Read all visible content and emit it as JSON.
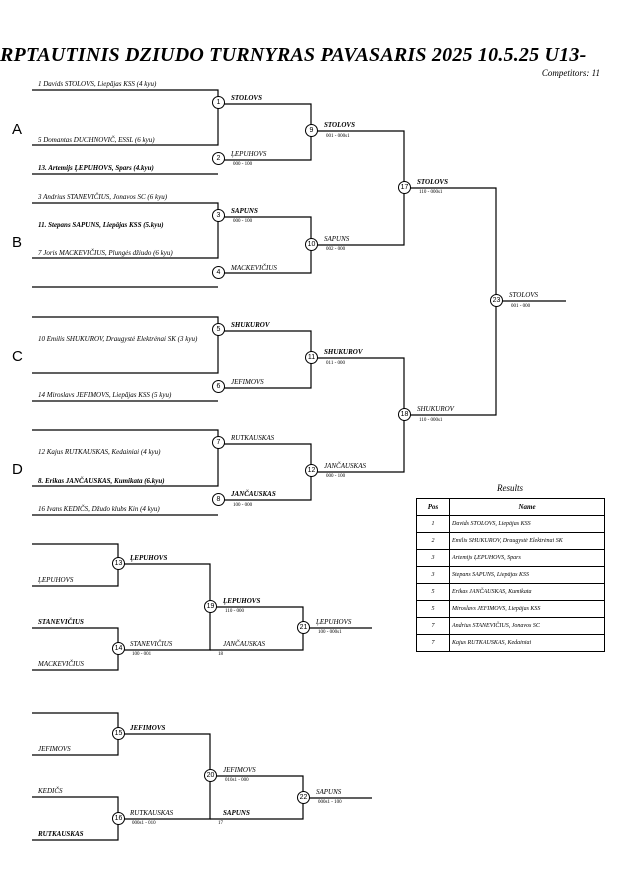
{
  "header": {
    "title": "RPTAUTINIS DZIUDO TURNYRAS PAVASARIS 2025  10.5.25     U13-",
    "competitors": "Competitors: 11"
  },
  "groups": [
    "A",
    "B",
    "C",
    "D"
  ],
  "entrants": [
    "1  Davids STOLOVS, Liepājas KSS (4 kyu)",
    "5  Domantas DUCHNOVIČ, ESSL (6 kyu)",
    "13. Artemijs ĻEPUHOVS, Spars (4.kyu)",
    "3  Andrius STANEVIČIUS, Jonavos SC (6 kyu)",
    "11. Stepans SAPUNS, Liepājas KSS (5.kyu)",
    "7  Joris MACKEVIČIUS, Plungės džiudo (6 kyu)",
    "10  Emilis SHUKUROV, Draugystė Elektrėnai SK (3 kyu)",
    "14  Miroslavs JEFIMOVS, Liepājas KSS (5 kyu)",
    "12  Kajus RUTKAUSKAS, Kedainiai (4 kyu)",
    "8. Erikas JANČAUSKAS, Kumikata (6.kyu)",
    "16  Ivans KEDIČS, Džudo klubs Kin (4 kyu)"
  ],
  "winners": {
    "m1": "STOLOVS",
    "m2": "ĻEPUHOVS",
    "m3": "SAPUNS",
    "m4": "MACKEVIČIUS",
    "m5": "SHUKUROV",
    "m6": "JEFIMOVS",
    "m7": "RUTKAUSKAS",
    "m8": "JANČAUSKAS",
    "m9": "STOLOVS",
    "m10": "SAPUNS",
    "m11": "SHUKUROV",
    "m12": "JANČAUSKAS",
    "m17": "STOLOVS",
    "m18": "SHUKUROV",
    "m23": "STOLOVS",
    "m13": "ĻEPUHOVS",
    "m14": "STANEVIČIUS",
    "m19": "ĻEPUHOVS",
    "m19b": "JANČAUSKAS",
    "m21": "ĻEPUHOVS",
    "m15": "JEFIMOVS",
    "m16": "RUTKAUSKAS",
    "m20": "JEFIMOVS",
    "m20b": "SAPUNS",
    "m22": "SAPUNS"
  },
  "repechage_entrants": {
    "r13a": "ĻEPUHOVS",
    "r14a": "STANEVIČIUS",
    "r14b": "MACKEVIČIUS",
    "r16a": "KEDIČS",
    "r16b": "RUTKAUSKAS",
    "r15b": "JEFIMOVS"
  },
  "scores": {
    "m2": "000 - 100",
    "m3": "000 - 100",
    "m9": "001 - 000s1",
    "m10": "002 - 000",
    "m11": "011 - 000",
    "m12": "000 - 100",
    "m8": "100 - 000",
    "m17": "110 - 000s1",
    "m18": "110 - 000s1",
    "m23": "001 - 000",
    "m14": "100 - 001",
    "m19": "110 - 000",
    "m21": "100 - 000s1",
    "m20": "010s1 - 000",
    "m22": "000s1 - 100",
    "m16": "000s1 - 010"
  },
  "match_refs": {
    "m19b": "18",
    "m20b": "17"
  },
  "match_numbers": [
    "1",
    "2",
    "3",
    "4",
    "5",
    "6",
    "7",
    "8",
    "9",
    "10",
    "11",
    "12",
    "13",
    "14",
    "15",
    "16",
    "17",
    "18",
    "19",
    "20",
    "21",
    "22",
    "23"
  ],
  "results": {
    "title": "Results",
    "headers": [
      "Pos",
      "Name"
    ],
    "rows": [
      {
        "pos": "1",
        "name": "Davids STOLOVS, Liepājas KSS"
      },
      {
        "pos": "2",
        "name": "Emilis SHUKUROV, Draugystė Elektrėnai SK"
      },
      {
        "pos": "3",
        "name": "Artemijs ĻEPUHOVS, Spars"
      },
      {
        "pos": "3",
        "name": "Stepans SAPUNS, Liepājas KSS"
      },
      {
        "pos": "5",
        "name": "Erikas JANČAUSKAS, Kumikata"
      },
      {
        "pos": "5",
        "name": "Miroslavs JEFIMOVS, Liepājas KSS"
      },
      {
        "pos": "7",
        "name": "Andrius STANEVIČIUS, Jonavos SC"
      },
      {
        "pos": "7",
        "name": "Kajus RUTKAUSKAS, Kedainiai"
      }
    ]
  }
}
